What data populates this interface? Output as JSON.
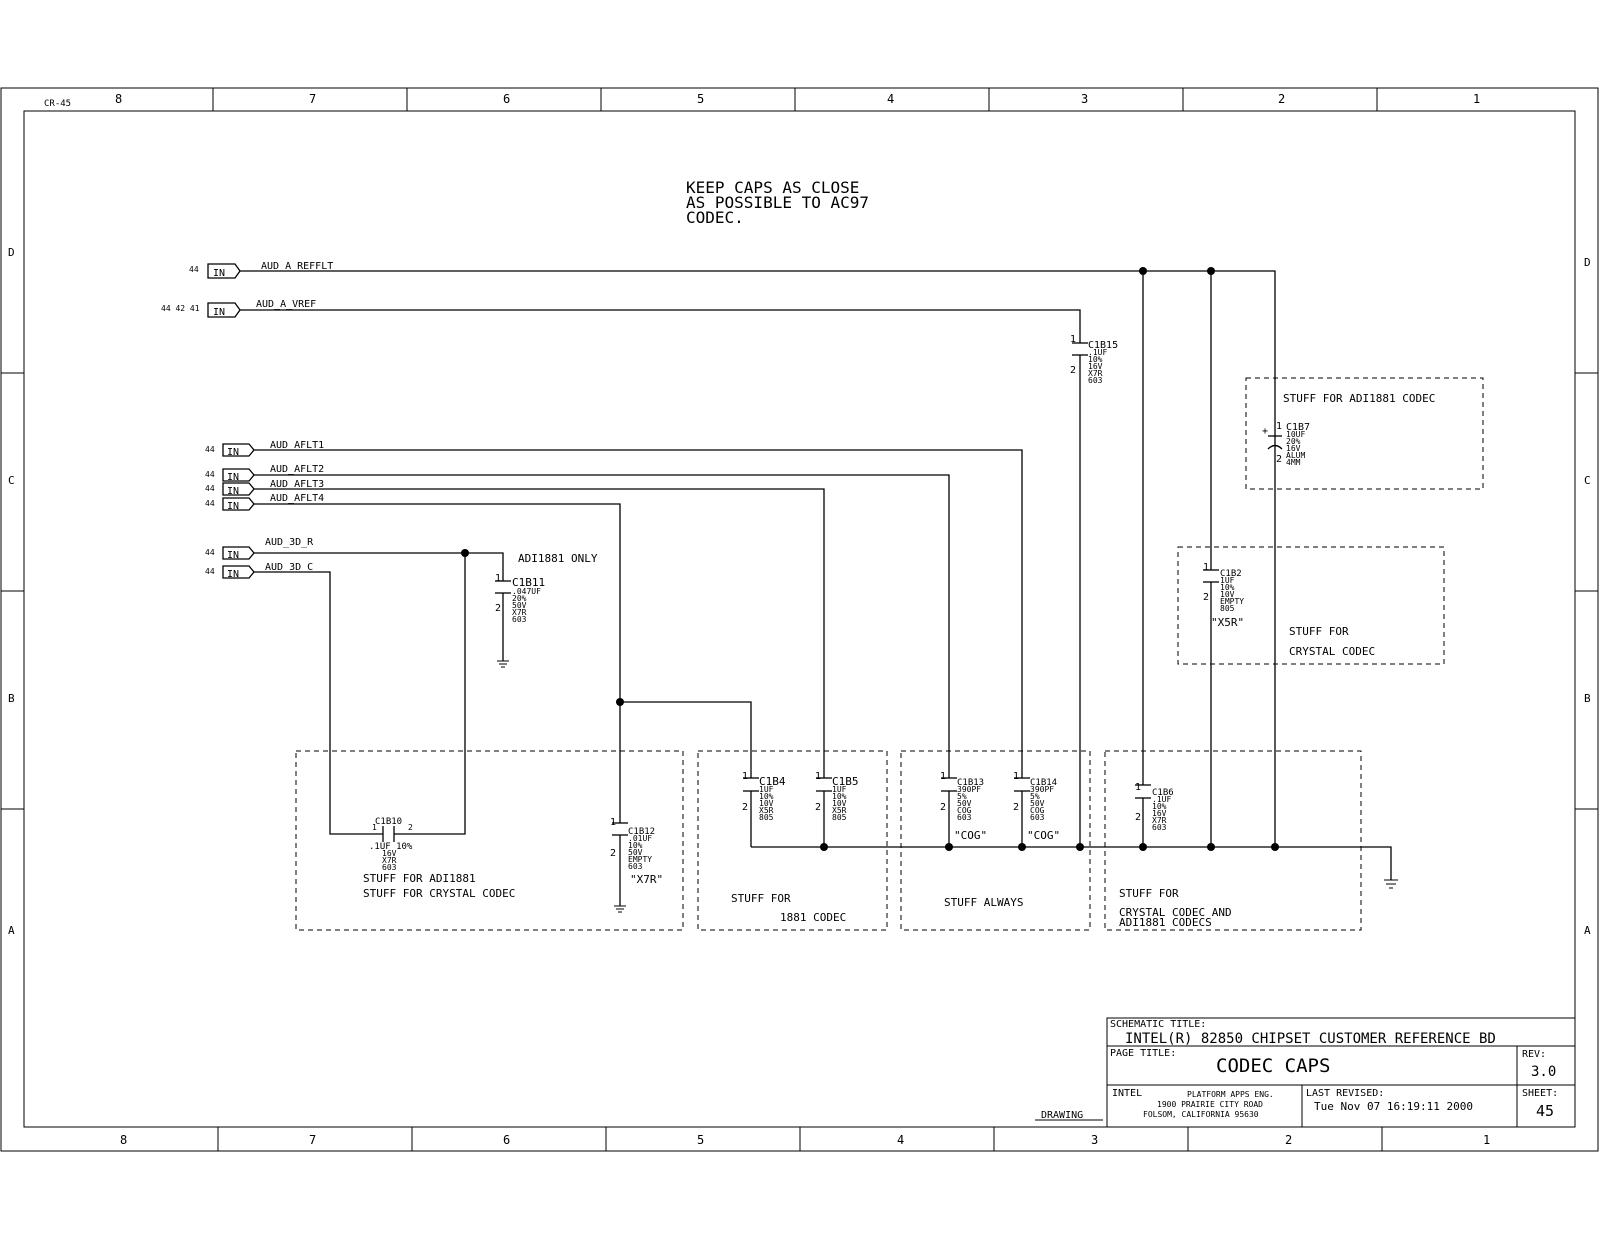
{
  "frame": {
    "id": "CR-45",
    "cols_top": [
      "8",
      "7",
      "6",
      "5",
      "4",
      "3",
      "2",
      "1"
    ],
    "cols_bottom": [
      "8",
      "7",
      "6",
      "5",
      "4",
      "3",
      "2",
      "1"
    ],
    "rows": [
      "D",
      "C",
      "B",
      "A"
    ]
  },
  "note": [
    "KEEP CAPS AS CLOSE",
    "AS POSSIBLE TO AC97",
    "CODEC."
  ],
  "ports": [
    {
      "sheets": "44",
      "tag": "IN",
      "net": "AUD_A_REFFLT"
    },
    {
      "sheets": "44 42 41",
      "tag": "IN",
      "net": "AUD_A_VREF"
    },
    {
      "sheets": "44",
      "tag": "IN",
      "net": "AUD_AFLT1"
    },
    {
      "sheets": "44",
      "tag": "IN",
      "net": "AUD_AFLT2"
    },
    {
      "sheets": "44",
      "tag": "IN",
      "net": "AUD_AFLT3"
    },
    {
      "sheets": "44",
      "tag": "IN",
      "net": "AUD_AFLT4"
    },
    {
      "sheets": "44",
      "tag": "IN",
      "net": "AUD_3D_R"
    },
    {
      "sheets": "44",
      "tag": "IN",
      "net": "AUD_3D_C"
    }
  ],
  "caps": [
    {
      "ref": "C1B15",
      "specs": [
        ".1UF",
        "10%",
        "16V",
        "X7R",
        "603"
      ]
    },
    {
      "ref": "C1B7",
      "specs": [
        "10UF",
        "20%",
        "16V",
        "ALUM",
        "4MM"
      ]
    },
    {
      "ref": "C1B2",
      "specs": [
        "1UF",
        "10%",
        "10V",
        "EMPTY",
        "805"
      ],
      "note": "\"X5R\""
    },
    {
      "ref": "C1B11",
      "specs": [
        ".047UF",
        "20%",
        "50V",
        "X7R",
        "603"
      ]
    },
    {
      "ref": "C1B10",
      "specs": [
        ".1UF 10%",
        "16V",
        "X7R",
        "603"
      ]
    },
    {
      "ref": "C1B12",
      "specs": [
        ".01UF",
        "10%",
        "50V",
        "EMPTY",
        "603"
      ],
      "note": "\"X7R\""
    },
    {
      "ref": "C1B4",
      "specs": [
        "1UF",
        "10%",
        "10V",
        "X5R",
        "805"
      ]
    },
    {
      "ref": "C1B5",
      "specs": [
        "1UF",
        "10%",
        "10V",
        "X5R",
        "805"
      ]
    },
    {
      "ref": "C1B13",
      "specs": [
        "390PF",
        "5%",
        "50V",
        "COG",
        "603"
      ],
      "note": "\"COG\""
    },
    {
      "ref": "C1B14",
      "specs": [
        "390PF",
        "5%",
        "50V",
        "COG",
        "603"
      ],
      "note": "\"COG\""
    },
    {
      "ref": "C1B6",
      "specs": [
        ".1UF",
        "10%",
        "16V",
        "X7R",
        "603"
      ]
    }
  ],
  "groups": {
    "adi_codec": "STUFF FOR ADI1881 CODEC",
    "crystal": [
      "STUFF FOR",
      "CRYSTAL CODEC"
    ],
    "adi_only": "ADI1881 ONLY",
    "left": [
      "STUFF FOR ADI1881",
      "STUFF FOR CRYSTAL CODEC"
    ],
    "mid": [
      "STUFF FOR",
      "1881 CODEC"
    ],
    "always": "STUFF ALWAYS",
    "right": [
      "STUFF FOR",
      "CRYSTAL CODEC AND",
      "ADI1881 CODECS"
    ]
  },
  "pin1": "1",
  "pin2": "2",
  "plus": "+",
  "title_block": {
    "schem_label": "SCHEMATIC TITLE:",
    "schem_title": "INTEL(R) 82850 CHIPSET CUSTOMER REFERENCE BD",
    "page_label": "PAGE TITLE:",
    "page_title": "CODEC CAPS",
    "rev_label": "REV:",
    "rev": "3.0",
    "company": "INTEL",
    "addr": [
      "PLATFORM APPS ENG.",
      "1900 PRAIRIE CITY ROAD",
      "FOLSOM, CALIFORNIA 95630"
    ],
    "rev_date_label": "LAST REVISED:",
    "rev_date": "Tue Nov 07 16:19:11 2000",
    "sheet_label": "SHEET:",
    "sheet": "45",
    "drawing": "DRAWING"
  }
}
